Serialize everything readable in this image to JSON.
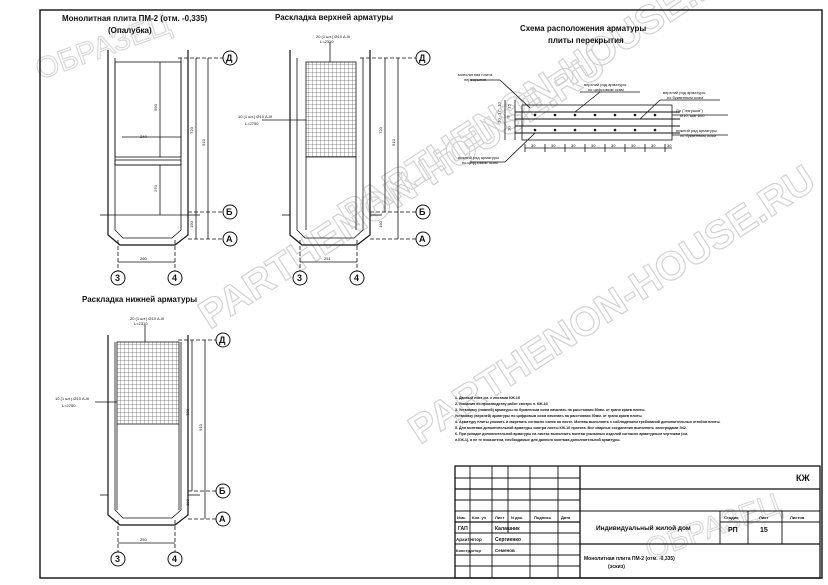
{
  "drawing": {
    "view1": {
      "title": "Монолитная плита ПМ-2 (отм. -0,335)",
      "subtitle": "(Опалубка)",
      "axis_top": "Д",
      "axis_mid": "Б",
      "axis_bottom": "А",
      "axis_left": "3",
      "axis_right": "4",
      "dim_bottom": "260",
      "dim_height1": "720",
      "dim_height2": "910",
      "dim_small1": "190",
      "dim_in1": "590",
      "dim_in2": "240",
      "dim_in3": "270"
    },
    "view2": {
      "title": "Раскладка верхней арматуры",
      "axis_top": "Д",
      "axis_mid": "Б",
      "axis_bottom": "А",
      "axis_left": "3",
      "axis_right": "4",
      "dim_bottom": "251",
      "dim_height1": "720",
      "dim_height2": "910",
      "dim_small": "190",
      "callout_top": "20 (1 шт.) Ø10 А-III",
      "callout_top2": "L=2310",
      "callout_left": "10 (1 шт.) Ø10 А-III",
      "callout_left2": "L=2750"
    },
    "view3": {
      "title": "Раскладка нижней арматуры",
      "axis_top": "Д",
      "axis_mid": "Б",
      "axis_bottom": "А",
      "axis_left": "3",
      "axis_right": "4",
      "dim_bottom": "250",
      "dim_height1": "720",
      "dim_height2": "910",
      "dim_small": "190",
      "callout_top": "20 (1 шт.) Ø10 А-III",
      "callout_top2": "L=2310",
      "callout_left": "10 (1 шт.) Ø10 А-III",
      "callout_left2": "L=2750"
    },
    "scheme": {
      "title": "Схема расположения арматуры",
      "title2": "плиты перекрытия",
      "label_slab": "монолитная плита",
      "label_slab2": "перекрытия",
      "label_upper_row": "верхний ряд арматуры",
      "label_upper_row2": "по цифровым осям",
      "label_upper_letter": "верхний ряд арматуры",
      "label_upper_letter2": "по буквенным осям",
      "label_dl": "Дл (\"лягушка\")",
      "label_dl2": "Ø10, шаг 600",
      "label_lower_letter": "нижний ряд арматуры",
      "label_lower_letter2": "по буквенным осям",
      "label_lower_digit": "нижний ряд арматуры",
      "label_lower_digit2": "по цифровым осям",
      "dims": [
        "30",
        "30",
        "30",
        "30",
        "30",
        "30",
        "30",
        "30"
      ],
      "vdims": [
        "10",
        "12",
        "10",
        "15",
        "8",
        "20"
      ]
    },
    "notes": [
      "1. Данный лист см. с листами КЖ-1б",
      "2. Указания по производству работ смотри л. КЖ-1б",
      "3. Установку (нижней) арматуры по буквенным осям начинать на расстоянии 50мм. от грани краев плиты.",
      "   Установку (верхней) арматуры по цифровым осям начинать на расстоянии 50мм. от грани краев плиты.",
      "4. Арматуру плиты уложить и закрепить согласно схеме на листе. Монтаж выполнять с соблюдением требований дополнительных отгибов плиты.",
      "5. Для монтажа дополнительной арматуры смотри листы КЖ-1б проекта. Все сварные соединения выполнять электродами Э42.",
      "6. При укладке дополнительной арматуры на листах выполнить монтаж указанных изделий согласно арматурным чертежам (см.",
      "   л.КЖ-1), а не те показатели, необходимые для данного монтажа дополнительной арматуры."
    ]
  },
  "stamp": {
    "code": "КЖ",
    "col_headers": [
      "Изм.",
      "Кол. уч",
      "Лист",
      "N док.",
      "Подпись",
      "Дата"
    ],
    "roles": [
      {
        "role": "ГАП",
        "name": "Калашник"
      },
      {
        "role": "Архитектор",
        "name": "Сергиенко"
      },
      {
        "role": "Конструктор",
        "name": "Семенов"
      }
    ],
    "project": "Индивидуальный жилой дом",
    "sheet_title": "Монолитная плита ПМ-2 (отм. -0,335)",
    "sheet_subtitle": "(эскиз)",
    "stage_header": "Стадия",
    "sheet_header": "Лист",
    "sheets_header": "Листов",
    "stage": "РП",
    "sheet_no": "15",
    "sheets_total": ""
  },
  "watermark": {
    "site": "PARTHENON-HOUSE.RU",
    "sample": "ОБРАЗЕЦ"
  }
}
